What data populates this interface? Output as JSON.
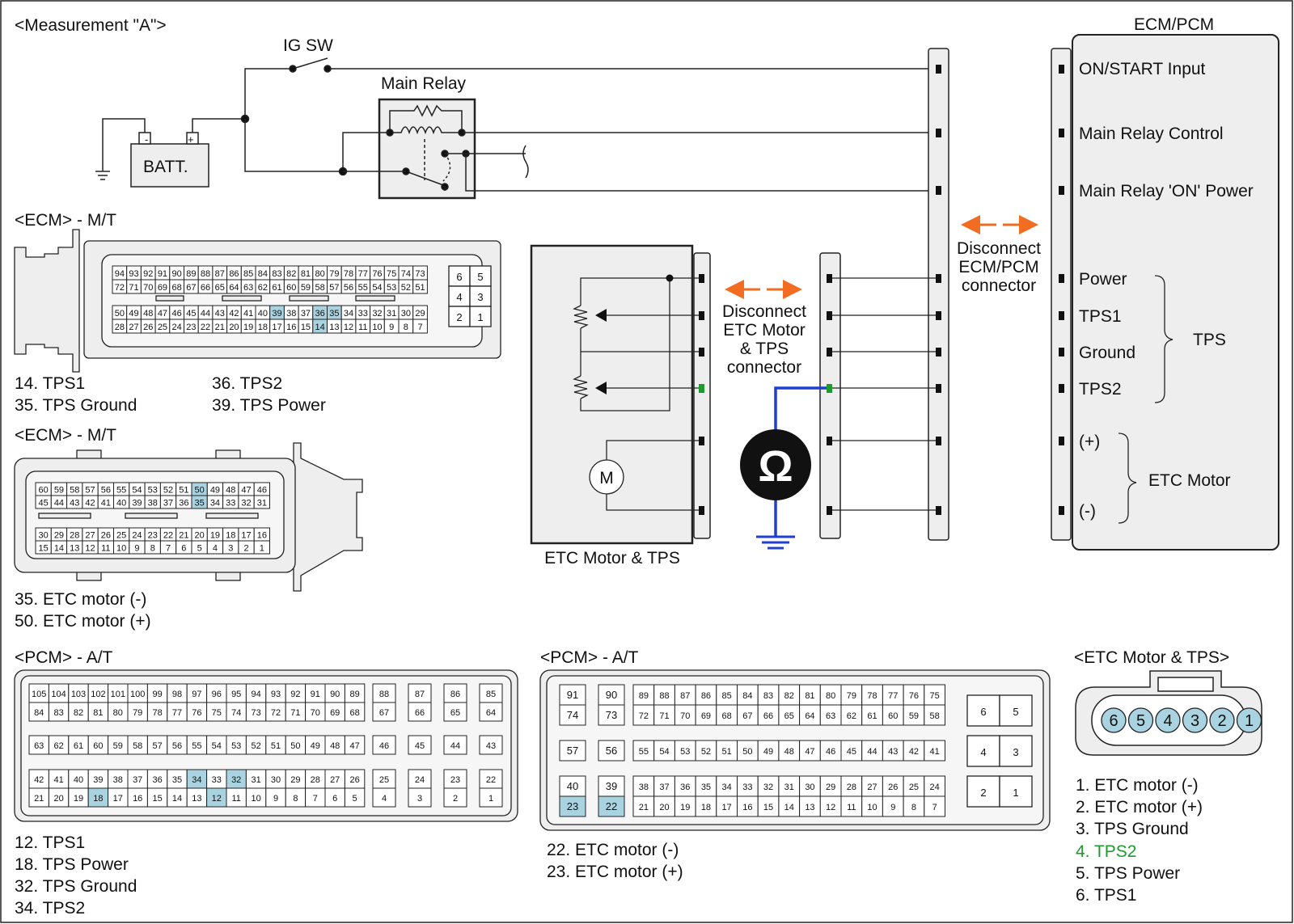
{
  "titles": {
    "measurement": "<Measurement \"A\">",
    "ig_sw": "IG SW",
    "main_relay": "Main Relay",
    "batt": "BATT.",
    "minus": "-",
    "plus": "+",
    "ecm_pcm": "ECM/PCM",
    "etc_tps_box": "ETC Motor & TPS",
    "motor": "M",
    "ohm": "Ω"
  },
  "ecm_terminals": [
    "ON/START Input",
    "Main Relay Control",
    "Main Relay 'ON' Power",
    "Power",
    "TPS1",
    "Ground",
    "TPS2",
    "(+)",
    "(-)"
  ],
  "ecm_groups": {
    "tps": "TPS",
    "etc": "ETC Motor"
  },
  "disconnect_ecm": [
    "Disconnect",
    "ECM/PCM",
    "connector"
  ],
  "disconnect_etc": [
    "Disconnect",
    "ETC Motor",
    "& TPS",
    "connector"
  ],
  "connectors": {
    "ecm_mt_1": {
      "title": "<ECM> - M/T",
      "row1": [
        "94",
        "93",
        "92",
        "91",
        "90",
        "89",
        "88",
        "87",
        "86",
        "85",
        "84",
        "83",
        "82",
        "81",
        "80",
        "79",
        "78",
        "77",
        "76",
        "75",
        "74",
        "73"
      ],
      "row2": [
        "72",
        "71",
        "70",
        "69",
        "68",
        "67",
        "66",
        "65",
        "64",
        "63",
        "62",
        "61",
        "60",
        "59",
        "58",
        "57",
        "56",
        "55",
        "54",
        "53",
        "52",
        "51"
      ],
      "row3": [
        "50",
        "49",
        "48",
        "47",
        "46",
        "45",
        "44",
        "43",
        "42",
        "41",
        "40",
        "39",
        "38",
        "37",
        "36",
        "35",
        "34",
        "33",
        "32",
        "31",
        "30",
        "29"
      ],
      "row4": [
        "28",
        "27",
        "26",
        "25",
        "24",
        "23",
        "22",
        "21",
        "20",
        "19",
        "18",
        "17",
        "16",
        "15",
        "14",
        "13",
        "12",
        "11",
        "10",
        "9",
        "8",
        "7"
      ],
      "side": [
        "6",
        "5",
        "4",
        "3",
        "2",
        "1"
      ],
      "highlight": [
        "39",
        "36",
        "35",
        "14"
      ],
      "legend_left": [
        "14. TPS1",
        "35. TPS Ground"
      ],
      "legend_right": [
        "36. TPS2",
        "39. TPS Power"
      ]
    },
    "ecm_mt_2": {
      "title": "<ECM> - M/T",
      "row1": [
        "60",
        "59",
        "58",
        "57",
        "56",
        "55",
        "54",
        "53",
        "52",
        "51",
        "50",
        "49",
        "48",
        "47",
        "46"
      ],
      "row2": [
        "45",
        "44",
        "43",
        "42",
        "41",
        "40",
        "39",
        "38",
        "37",
        "36",
        "35",
        "34",
        "33",
        "32",
        "31"
      ],
      "row3": [
        "30",
        "29",
        "28",
        "27",
        "26",
        "25",
        "24",
        "23",
        "22",
        "21",
        "20",
        "19",
        "18",
        "17",
        "16"
      ],
      "row4": [
        "15",
        "14",
        "13",
        "12",
        "11",
        "10",
        "9",
        "8",
        "7",
        "6",
        "5",
        "4",
        "3",
        "2",
        "1"
      ],
      "highlight": [
        "50",
        "35"
      ],
      "legend": [
        "35. ETC motor (-)",
        "50. ETC motor (+)"
      ]
    },
    "pcm_at_1": {
      "title": "<PCM> - A/T",
      "r1": [
        "105",
        "104",
        "103",
        "102",
        "101",
        "100",
        "99",
        "98",
        "97",
        "96",
        "95",
        "94",
        "93",
        "92",
        "91",
        "90",
        "89"
      ],
      "r1s": [
        "88",
        "87",
        "86",
        "85"
      ],
      "r2": [
        "84",
        "83",
        "82",
        "81",
        "80",
        "79",
        "78",
        "77",
        "76",
        "75",
        "74",
        "73",
        "72",
        "71",
        "70",
        "69",
        "68"
      ],
      "r2s": [
        "67",
        "66",
        "65",
        "64"
      ],
      "r3": [
        "63",
        "62",
        "61",
        "60",
        "59",
        "58",
        "57",
        "56",
        "55",
        "54",
        "53",
        "52",
        "51",
        "50",
        "49",
        "48",
        "47"
      ],
      "r3s": [
        "46",
        "45",
        "44",
        "43"
      ],
      "r4": [
        "42",
        "41",
        "40",
        "39",
        "38",
        "37",
        "36",
        "35",
        "34",
        "33",
        "32",
        "31",
        "30",
        "29",
        "28",
        "27",
        "26"
      ],
      "r4s": [
        "25",
        "24",
        "23",
        "22"
      ],
      "r5": [
        "21",
        "20",
        "19",
        "18",
        "17",
        "16",
        "15",
        "14",
        "13",
        "12",
        "11",
        "10",
        "9",
        "8",
        "7",
        "6",
        "5"
      ],
      "r5s": [
        "4",
        "3",
        "2",
        "1"
      ],
      "highlight": [
        "34",
        "32",
        "18",
        "12"
      ],
      "legend": [
        "12. TPS1",
        "18. TPS Power",
        "32. TPS Ground",
        "34. TPS2"
      ]
    },
    "pcm_at_2": {
      "title": "<PCM> - A/T",
      "left1": [
        "91",
        "90"
      ],
      "left2": [
        "74",
        "73"
      ],
      "left3": [
        "57",
        "56"
      ],
      "left4": [
        "40",
        "39"
      ],
      "left5": [
        "23",
        "22"
      ],
      "r1": [
        "89",
        "88",
        "87",
        "86",
        "85",
        "84",
        "83",
        "82",
        "81",
        "80",
        "79",
        "78",
        "77",
        "76",
        "75"
      ],
      "r2": [
        "72",
        "71",
        "70",
        "69",
        "68",
        "67",
        "66",
        "65",
        "64",
        "63",
        "62",
        "61",
        "60",
        "59",
        "58"
      ],
      "r3": [
        "55",
        "54",
        "53",
        "52",
        "51",
        "50",
        "49",
        "48",
        "47",
        "46",
        "45",
        "44",
        "43",
        "42",
        "41"
      ],
      "r4": [
        "38",
        "37",
        "36",
        "35",
        "34",
        "33",
        "32",
        "31",
        "30",
        "29",
        "28",
        "27",
        "26",
        "25",
        "24"
      ],
      "r5": [
        "21",
        "20",
        "19",
        "18",
        "17",
        "16",
        "15",
        "14",
        "13",
        "12",
        "11",
        "10",
        "9",
        "8",
        "7"
      ],
      "side": [
        "6",
        "5",
        "4",
        "3",
        "2",
        "1"
      ],
      "highlight": [
        "23",
        "22"
      ],
      "legend": [
        "22. ETC motor (-)",
        "23. ETC motor (+)"
      ]
    },
    "etc_tps": {
      "title": "<ETC Motor & TPS>",
      "pins": [
        "6",
        "5",
        "4",
        "3",
        "2",
        "1"
      ],
      "legend": [
        "1. ETC motor (-)",
        "2. ETC motor (+)",
        "3. TPS Ground",
        "4. TPS2",
        "5. TPS Power",
        "6. TPS1"
      ]
    }
  },
  "colors": {
    "highlight": "#a9d3e0",
    "arrow": "#f26d21",
    "probe": "#1f3fd1",
    "green": "#1e9a2e",
    "panel": "#eeeeee"
  }
}
